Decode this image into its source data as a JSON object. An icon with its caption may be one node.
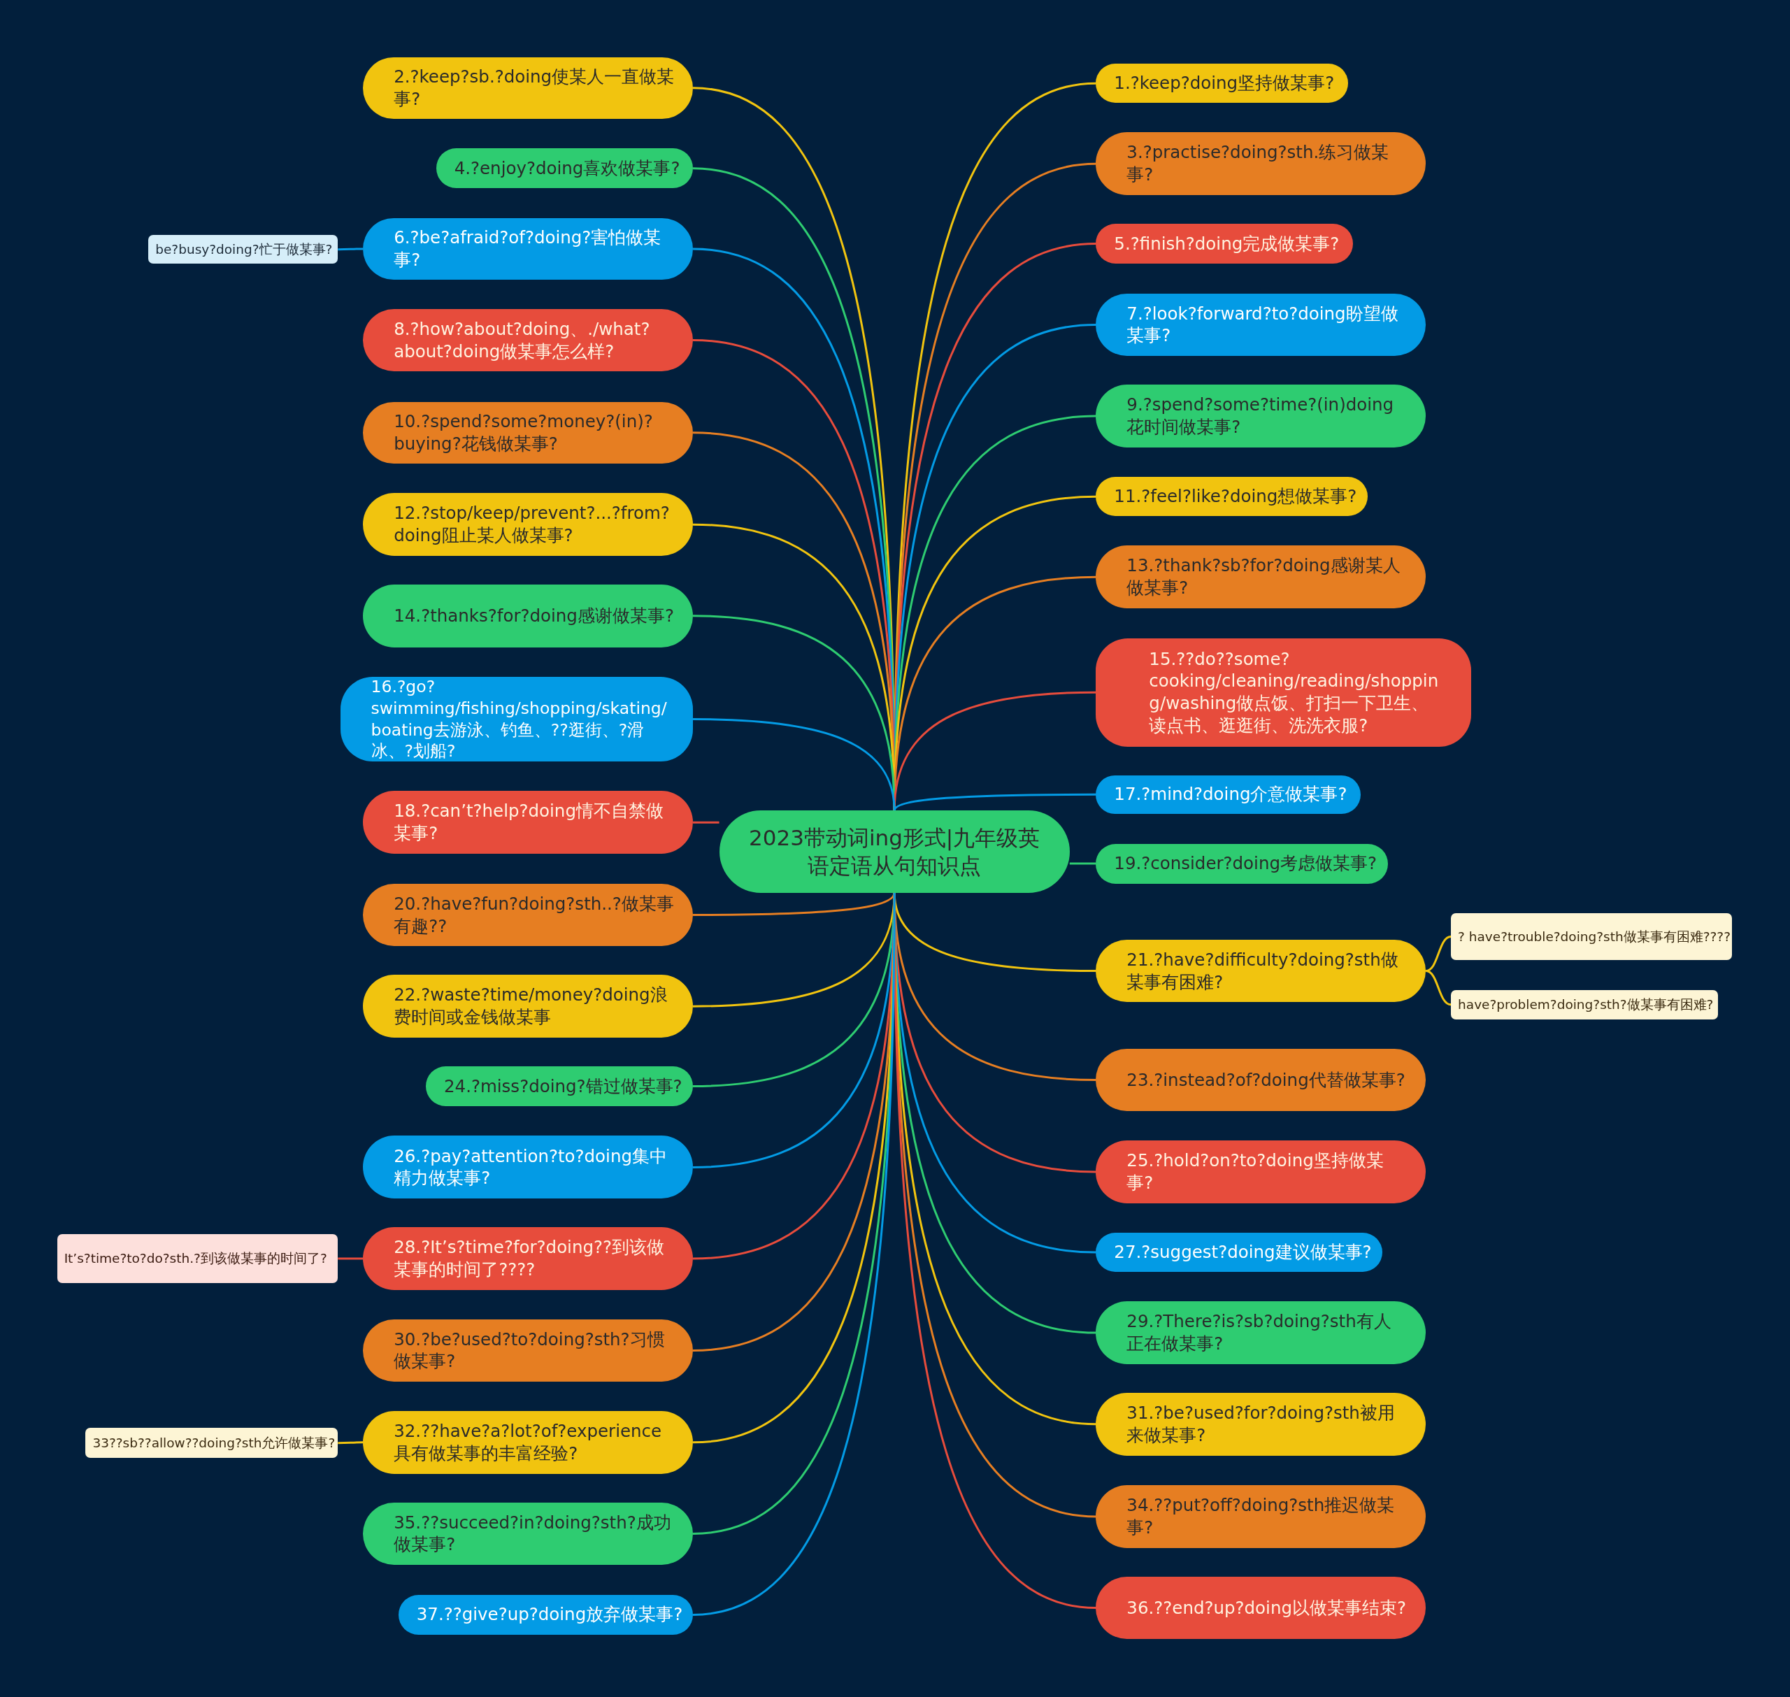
{
  "diagram": {
    "nodes": [
      {
        "text": [
          "2023带动词ing形式|九年级英语定语从句知识点"
        ]
      },
      {
        "text": [
          "1.?keep?doing坚持做某事?"
        ]
      },
      {
        "text": [
          "2.?keep?sb.?doing使某人一直做某事?"
        ]
      },
      {
        "text": [
          "3.?practise?doing?sth.练习做某事?"
        ]
      },
      {
        "text": [
          "4.?enjoy?doing喜欢做某事?"
        ]
      },
      {
        "text": [
          "5.?finish?doing完成做某事?"
        ]
      },
      {
        "text": [
          "6.?be?afraid?of?doing?害怕做某事?"
        ]
      },
      {
        "text": [
          "be?busy?doing?忙于做某事?"
        ]
      },
      {
        "text": [
          "7.?look?forward?to?doing盼望做某事?"
        ]
      },
      {
        "text": [
          "8.?how?about?doing、./what?about?doing做某事怎么样?"
        ]
      },
      {
        "text": [
          "9.?spend?some?time?(in)doing花时间做某事?"
        ]
      },
      {
        "text": [
          "10.?spend?some?money?(in)?buying?花钱做某事?"
        ]
      },
      {
        "text": [
          "11.?feel?like?doing想做某事?"
        ]
      },
      {
        "text": [
          "12.?stop/keep/prevent?...?from?doing阻止某人做某事?"
        ]
      },
      {
        "text": [
          "13.?thank?sb?for?doing感谢某人做某事?"
        ]
      },
      {
        "text": [
          "14.?thanks?for?doing感谢做某事?"
        ]
      },
      {
        "text": [
          "15.??do??some?cooking/cleaning/reading/shopping/washing做点饭、打扫一下卫生、读点书、逛逛街、洗洗衣服?"
        ]
      },
      {
        "text": [
          "16.?go?swimming/fishing/shopping/skating/boating去游泳、钓鱼、??逛街、?滑冰、?划船?"
        ]
      },
      {
        "text": [
          "17.?mind?doing介意做某事?"
        ]
      },
      {
        "text": [
          "18.?can’t?help?doing情不自禁做某事?"
        ]
      },
      {
        "text": [
          "19.?consider?doing考虑做某事?"
        ]
      },
      {
        "text": [
          "20.?have?fun?doing?sth..?做某事有趣??"
        ]
      },
      {
        "text": [
          "21.?have?difficulty?doing?sth做某事有困难?"
        ]
      },
      {
        "text": [
          "? have?trouble?doing?sth做某事有困难????"
        ]
      },
      {
        "text": [
          "have?problem?doing?sth?做某事有困难?"
        ]
      },
      {
        "text": [
          "22.?waste?time/money?doing浪费时间或金钱做某事"
        ]
      },
      {
        "text": [
          "23.?instead?of?doing代替做某事?"
        ]
      },
      {
        "text": [
          "24.?miss?doing?错过做某事?"
        ]
      },
      {
        "text": [
          "25.?hold?on?to?doing坚持做某事?"
        ]
      },
      {
        "text": [
          "26.?pay?attention?to?doing集中精力做某事?"
        ]
      },
      {
        "text": [
          "27.?suggest?doing建议做某事?"
        ]
      },
      {
        "text": [
          "28.?It’s?time?for?doing??到该做某事的时间了????"
        ]
      },
      {
        "text": [
          "It’s?time?to?do?sth.?到该做某事的时间了?"
        ]
      },
      {
        "text": [
          "29.?There?is?sb?doing?sth有人正在做某事?"
        ]
      },
      {
        "text": [
          "30.?be?used?to?doing?sth?习惯做某事?"
        ]
      },
      {
        "text": [
          "31.?be?used?for?doing?sth被用来做某事?"
        ]
      },
      {
        "text": [
          "32.??have?a?lot?of?experience具有做某事的丰富经验?"
        ]
      },
      {
        "text": [
          "33??sb??allow??doing?sth允许做某事?"
        ]
      },
      {
        "text": [
          "34.??put?off?doing?sth推迟做某事?"
        ]
      },
      {
        "text": [
          "35.??succeed?in?doing?sth?成功做某事?"
        ]
      },
      {
        "text": [
          "36.??end?up?doing以做某事结束?"
        ]
      },
      {
        "text": [
          "37.??give?up?doing放弃做某事?"
        ]
      }
    ],
    "edges": [
      {
        "from": 0,
        "to": 1,
        "arrow": "none",
        "color": "#f1c40f"
      },
      {
        "from": 0,
        "to": 2,
        "arrow": "none",
        "color": "#f1c40f"
      },
      {
        "from": 0,
        "to": 3,
        "arrow": "none",
        "color": "#e67e22"
      },
      {
        "from": 0,
        "to": 4,
        "arrow": "none",
        "color": "#2ecc71"
      },
      {
        "from": 0,
        "to": 5,
        "arrow": "none",
        "color": "#e74c3c"
      },
      {
        "from": 0,
        "to": 6,
        "arrow": "none",
        "color": "#039be5"
      },
      {
        "from": 6,
        "to": 7,
        "arrow": "none",
        "color": "#039be5"
      },
      {
        "from": 0,
        "to": 8,
        "arrow": "none",
        "color": "#039be5"
      },
      {
        "from": 0,
        "to": 9,
        "arrow": "none",
        "color": "#e74c3c"
      },
      {
        "from": 0,
        "to": 10,
        "arrow": "none",
        "color": "#2ecc71"
      },
      {
        "from": 0,
        "to": 11,
        "arrow": "none",
        "color": "#e67e22"
      },
      {
        "from": 0,
        "to": 12,
        "arrow": "none",
        "color": "#f1c40f"
      },
      {
        "from": 0,
        "to": 13,
        "arrow": "none",
        "color": "#f1c40f"
      },
      {
        "from": 0,
        "to": 14,
        "arrow": "none",
        "color": "#e67e22"
      },
      {
        "from": 0,
        "to": 15,
        "arrow": "none",
        "color": "#2ecc71"
      },
      {
        "from": 0,
        "to": 16,
        "arrow": "none",
        "color": "#e74c3c"
      },
      {
        "from": 0,
        "to": 17,
        "arrow": "none",
        "color": "#039be5"
      },
      {
        "from": 0,
        "to": 18,
        "arrow": "none",
        "color": "#039be5"
      },
      {
        "from": 0,
        "to": 19,
        "arrow": "none",
        "color": "#e74c3c"
      },
      {
        "from": 0,
        "to": 20,
        "arrow": "none",
        "color": "#2ecc71"
      },
      {
        "from": 0,
        "to": 21,
        "arrow": "none",
        "color": "#e67e22"
      },
      {
        "from": 0,
        "to": 22,
        "arrow": "none",
        "color": "#f1c40f"
      },
      {
        "from": 22,
        "to": 23,
        "arrow": "none",
        "color": "#f1c40f"
      },
      {
        "from": 22,
        "to": 24,
        "arrow": "none",
        "color": "#f1c40f"
      },
      {
        "from": 0,
        "to": 25,
        "arrow": "none",
        "color": "#f1c40f"
      },
      {
        "from": 0,
        "to": 26,
        "arrow": "none",
        "color": "#e67e22"
      },
      {
        "from": 0,
        "to": 27,
        "arrow": "none",
        "color": "#2ecc71"
      },
      {
        "from": 0,
        "to": 28,
        "arrow": "none",
        "color": "#e74c3c"
      },
      {
        "from": 0,
        "to": 29,
        "arrow": "none",
        "color": "#039be5"
      },
      {
        "from": 0,
        "to": 30,
        "arrow": "none",
        "color": "#039be5"
      },
      {
        "from": 0,
        "to": 31,
        "arrow": "none",
        "color": "#e74c3c"
      },
      {
        "from": 31,
        "to": 32,
        "arrow": "none",
        "color": "#e74c3c"
      },
      {
        "from": 0,
        "to": 33,
        "arrow": "none",
        "color": "#2ecc71"
      },
      {
        "from": 0,
        "to": 34,
        "arrow": "none",
        "color": "#e67e22"
      },
      {
        "from": 0,
        "to": 35,
        "arrow": "none",
        "color": "#f1c40f"
      },
      {
        "from": 0,
        "to": 36,
        "arrow": "none",
        "color": "#f1c40f"
      },
      {
        "from": 36,
        "to": 37,
        "arrow": "none",
        "color": "#f1c40f"
      },
      {
        "from": 0,
        "to": 38,
        "arrow": "none",
        "color": "#e67e22"
      },
      {
        "from": 0,
        "to": 39,
        "arrow": "none",
        "color": "#2ecc71"
      },
      {
        "from": 0,
        "to": 40,
        "arrow": "none",
        "color": "#e74c3c"
      },
      {
        "from": 0,
        "to": 41,
        "arrow": "none",
        "color": "#039be5"
      }
    ]
  }
}
